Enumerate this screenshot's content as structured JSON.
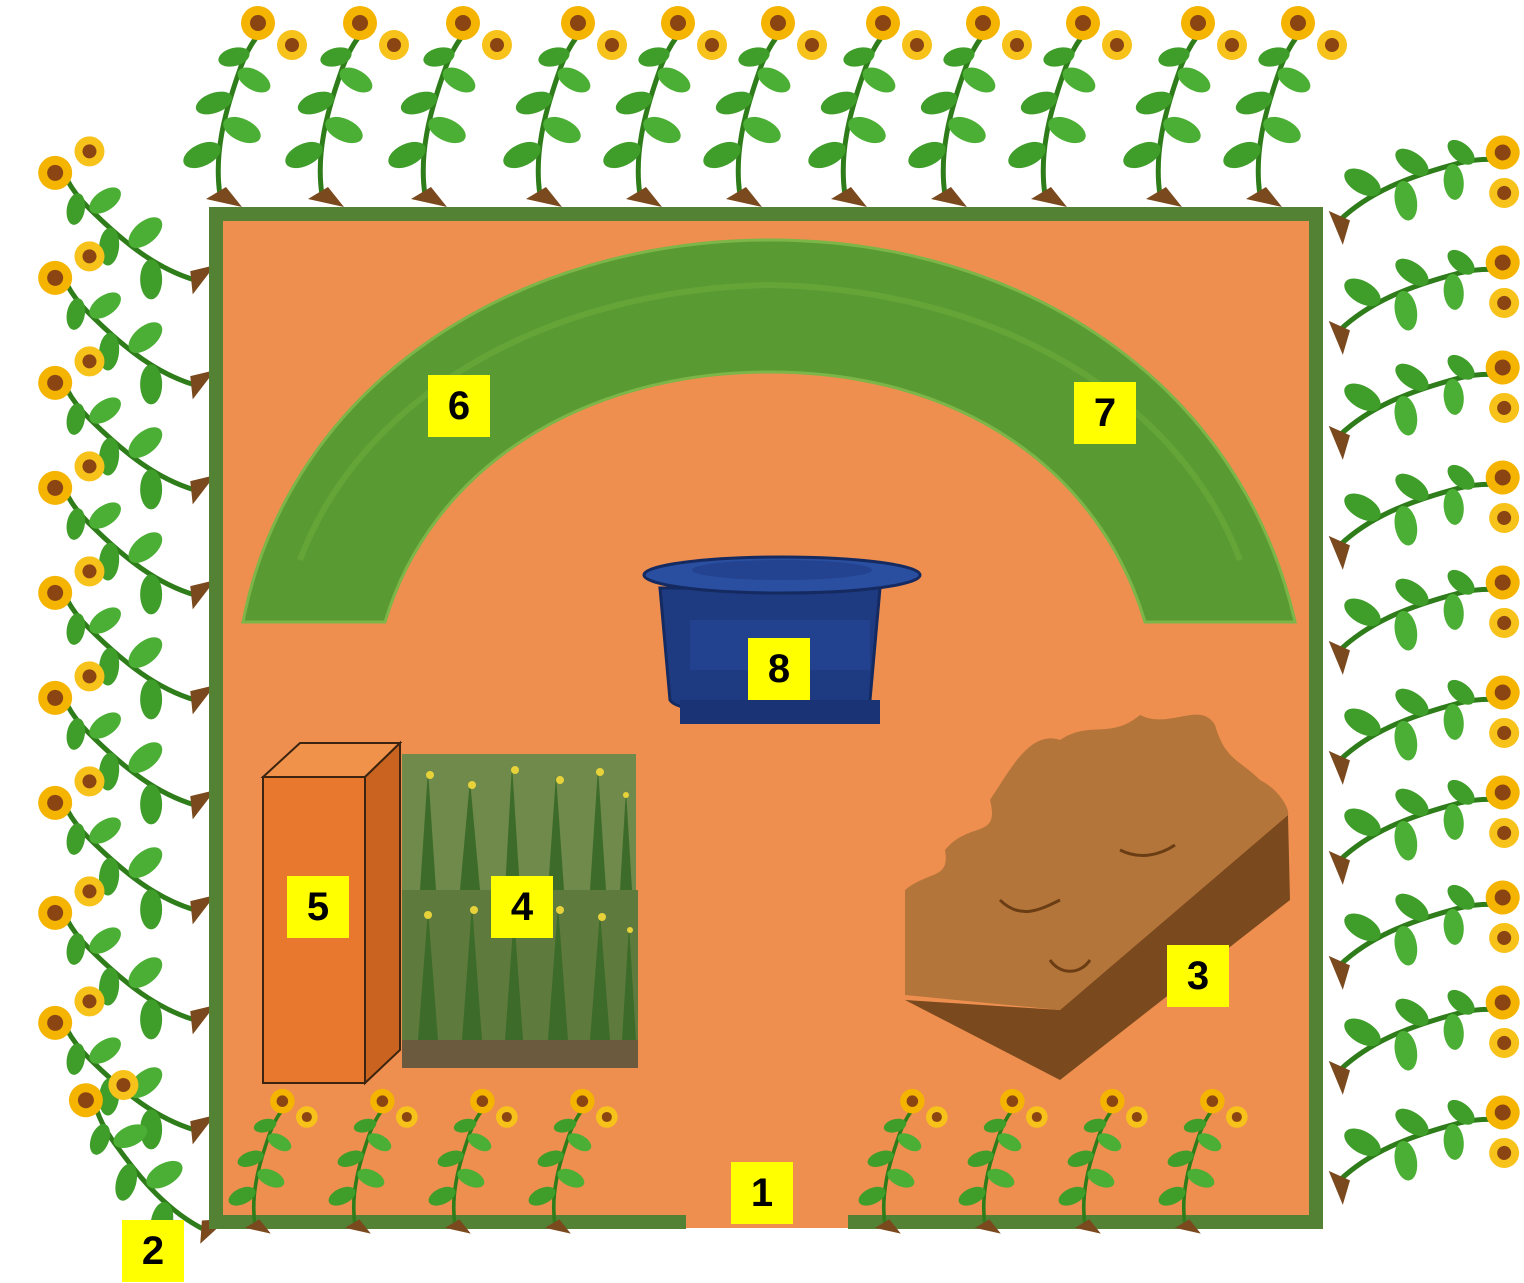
{
  "labels": [
    {
      "id": "1",
      "text": "1"
    },
    {
      "id": "2",
      "text": "2"
    },
    {
      "id": "3",
      "text": "3"
    },
    {
      "id": "4",
      "text": "4"
    },
    {
      "id": "5",
      "text": "5"
    },
    {
      "id": "6",
      "text": "6"
    },
    {
      "id": "7",
      "text": "7"
    },
    {
      "id": "8",
      "text": "8"
    }
  ],
  "colors": {
    "ground": "#ee8f4f",
    "fence": "#548235",
    "grass": "#5a9a32",
    "tank": "#1e3a80",
    "compost": "#a8692e",
    "block": "#e9782f",
    "label_bg": "#ffff00",
    "sunflower_petal": "#f4b400",
    "sunflower_center": "#8b4513",
    "leaf": "#3f9d2a"
  },
  "icons": [
    "sunflower-icon",
    "water-tank-icon",
    "compost-pile-icon",
    "crop-patch-icon",
    "storage-block-icon",
    "grass-arc-icon"
  ]
}
